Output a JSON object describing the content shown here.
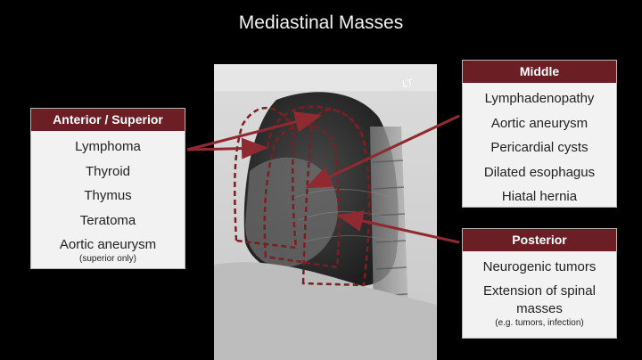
{
  "title": "Mediastinal Masses",
  "xray_marker": "LT",
  "colors": {
    "accent": "#6b1f25",
    "arrow": "#8f2a30",
    "box_bg": "#f2f2f2",
    "background": "#000000"
  },
  "anterior": {
    "heading": "Anterior / Superior",
    "items": [
      "Lymphoma",
      "Thyroid",
      "Thymus",
      "Teratoma",
      "Aortic aneurysm"
    ],
    "note": "(superior only)"
  },
  "middle": {
    "heading": "Middle",
    "items": [
      "Lymphadenopathy",
      "Aortic aneurysm",
      "Pericardial cysts",
      "Dilated esophagus",
      "Hiatal hernia"
    ]
  },
  "posterior": {
    "heading": "Posterior",
    "items": [
      "Neurogenic tumors",
      "Extension of spinal masses"
    ],
    "note": "(e.g. tumors, infection)"
  }
}
